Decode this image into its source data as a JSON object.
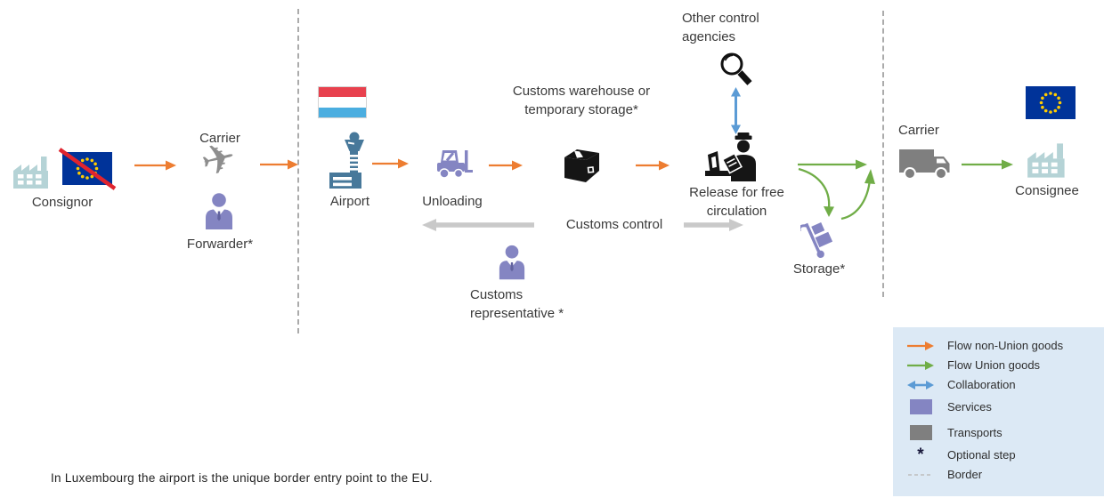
{
  "diagram": {
    "consignor": {
      "label": "Consignor"
    },
    "carrier_air": {
      "label": "Carrier"
    },
    "forwarder": {
      "label": "Forwarder*"
    },
    "airport": {
      "label": "Airport"
    },
    "unloading": {
      "label": "Unloading"
    },
    "warehouse": {
      "label": "Customs warehouse or temporary storage*"
    },
    "customs_control": {
      "label": "Customs control"
    },
    "other_agencies": {
      "label": "Other control agencies"
    },
    "release": {
      "label": "Release for free circulation"
    },
    "customs_rep": {
      "label": "Customs representative *"
    },
    "storage": {
      "label": "Storage*"
    },
    "carrier_road": {
      "label": "Carrier"
    },
    "consignee": {
      "label": "Consignee"
    }
  },
  "legend": {
    "items": [
      {
        "icon": "orange-arrow",
        "label": "Flow non-Union goods"
      },
      {
        "icon": "green-arrow",
        "label": "Flow Union goods"
      },
      {
        "icon": "blue-double-arrow",
        "label": "Collaboration"
      },
      {
        "icon": "purple-swatch",
        "label": "Services"
      },
      {
        "icon": "gray-swatch",
        "label": "Transports"
      },
      {
        "icon": "asterisk",
        "label": "Optional step",
        "symbol": "*"
      },
      {
        "icon": "dashed-line",
        "label": "Border"
      }
    ]
  },
  "note": "In Luxembourg the airport is the unique border entry point to the EU.",
  "colors": {
    "flow_non_union": "#ED7D31",
    "flow_union": "#70AD47",
    "collaboration": "#5B9BD5",
    "services_purple": "#8485C2",
    "transports_gray": "#7F7F7F",
    "factory_teal": "#B5D3D6",
    "airport_steel": "#47789A",
    "legend_bg": "#DCE9F5",
    "eu_flag_blue": "#003399",
    "eu_flag_stars": "#FFCC00",
    "lux_red": "#E8414E",
    "lux_blue": "#4BAEE0",
    "strike_red": "#E0242E",
    "transport_arrow_gray": "#C9C9C9",
    "border_dash_gray": "#ABABAB"
  }
}
